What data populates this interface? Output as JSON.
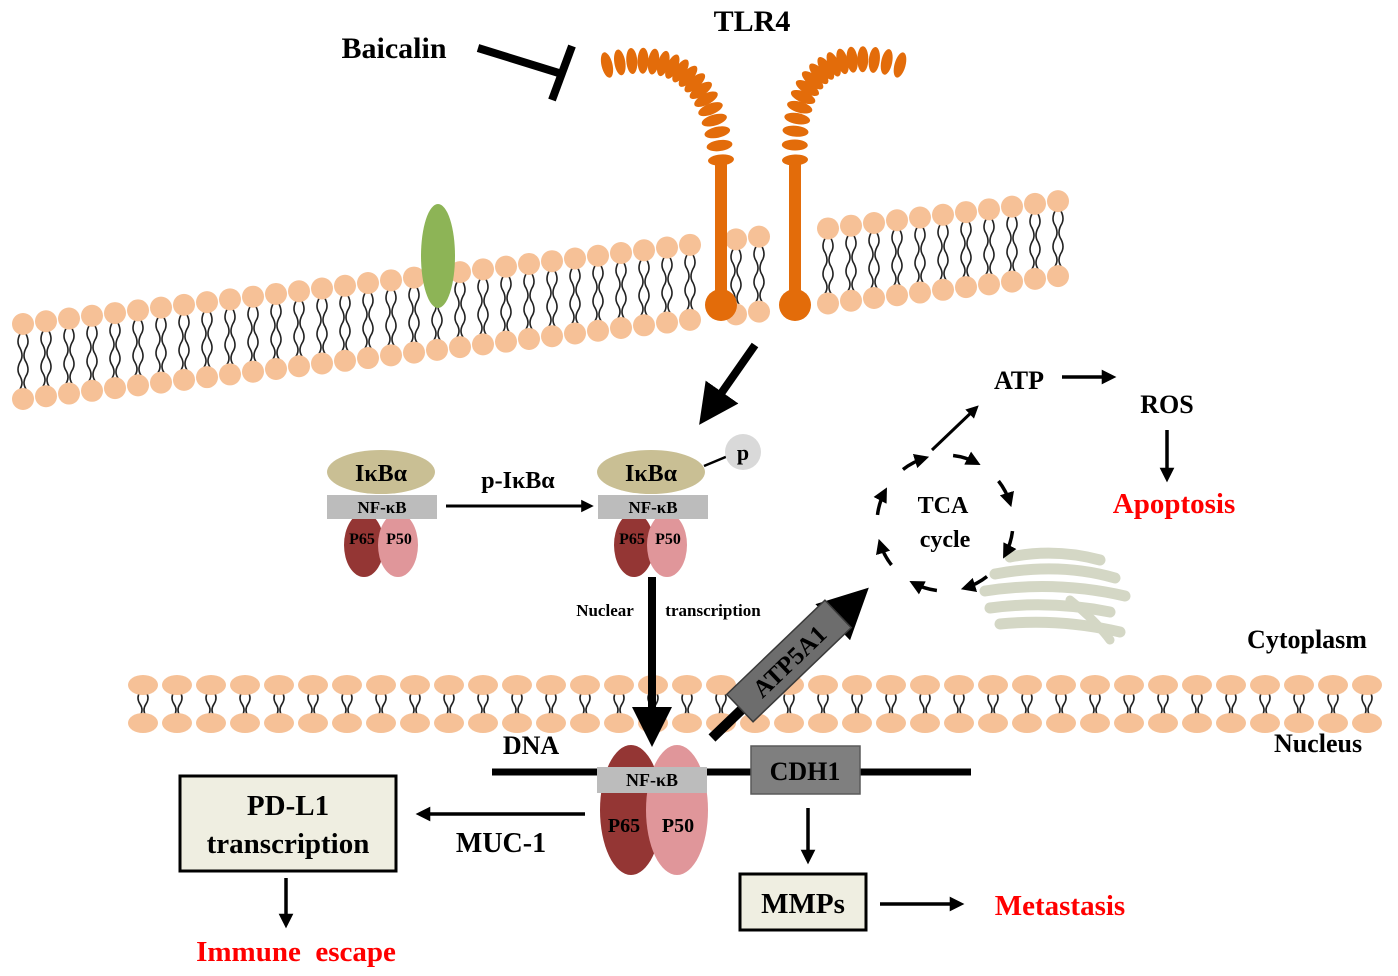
{
  "receptor": {
    "name": "TLR4"
  },
  "inhibitor": {
    "name": "Baicalin"
  },
  "complex_cyto": {
    "ikb": "IκBα",
    "nfkb": "NF-κB",
    "p65": "P65",
    "p50": "P50"
  },
  "complex_phos": {
    "ikb": "IκBα",
    "nfkb": "NF-κB",
    "p65": "P65",
    "p50": "P50",
    "phospho": "p"
  },
  "phosphorylation_label": "p-IκBα",
  "nuclear_label_left": "Nuclear",
  "nuclear_label_right": "transcription",
  "mito": {
    "tca_line1": "TCA",
    "tca_line2": "cycle",
    "atp": "ATP",
    "ros": "ROS",
    "apoptosis": "Apoptosis",
    "atp5a1": "ATP5A1"
  },
  "compartments": {
    "cytoplasm": "Cytoplasm",
    "nucleus": "Nucleus"
  },
  "nucleus": {
    "dna": "DNA",
    "nfkb": "NF-κB",
    "p65": "P65",
    "p50": "P50",
    "cdh1": "CDH1",
    "muc1": "MUC-1",
    "pdl1_line1": "PD-L1",
    "pdl1_line2": "transcription",
    "immune_escape": "Immune  escape",
    "mmps": "MMPs",
    "metastasis": "Metastasis"
  },
  "colors": {
    "lipid_head": "#f6c197",
    "tlr4": "#e36c0a",
    "channel": "#8db456",
    "ikb": "#c9bf94",
    "nfkb_bar": "#bcbcbc",
    "p65": "#943634",
    "p50": "#e0969a",
    "red_text": "#ff0000",
    "gene_box": "#7f7f7f",
    "result_box": "#efeee1",
    "er": "#d4d7c5"
  }
}
